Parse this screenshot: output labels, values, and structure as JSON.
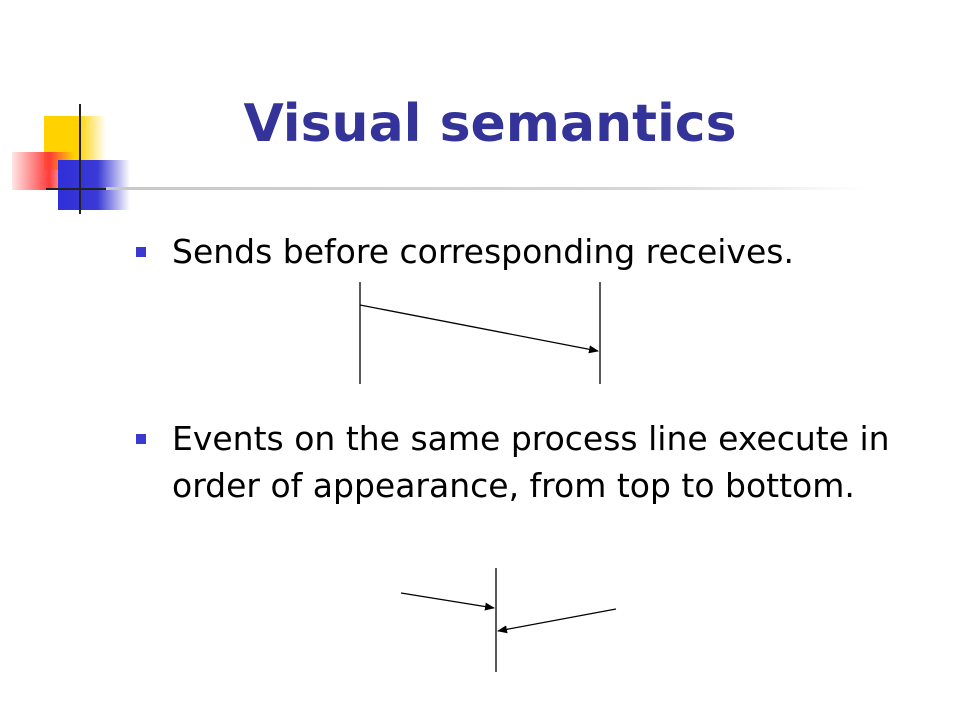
{
  "slide": {
    "title": "Visual semantics",
    "bullets": [
      {
        "text": "Sends before corresponding receives."
      },
      {
        "text": "Events on the same process line execute in order of appearance, from top to bottom."
      }
    ]
  },
  "colors": {
    "title": "#333399",
    "bullet_marker": "#3a3ad0",
    "rule": "#cccccc",
    "line": "#000000"
  }
}
